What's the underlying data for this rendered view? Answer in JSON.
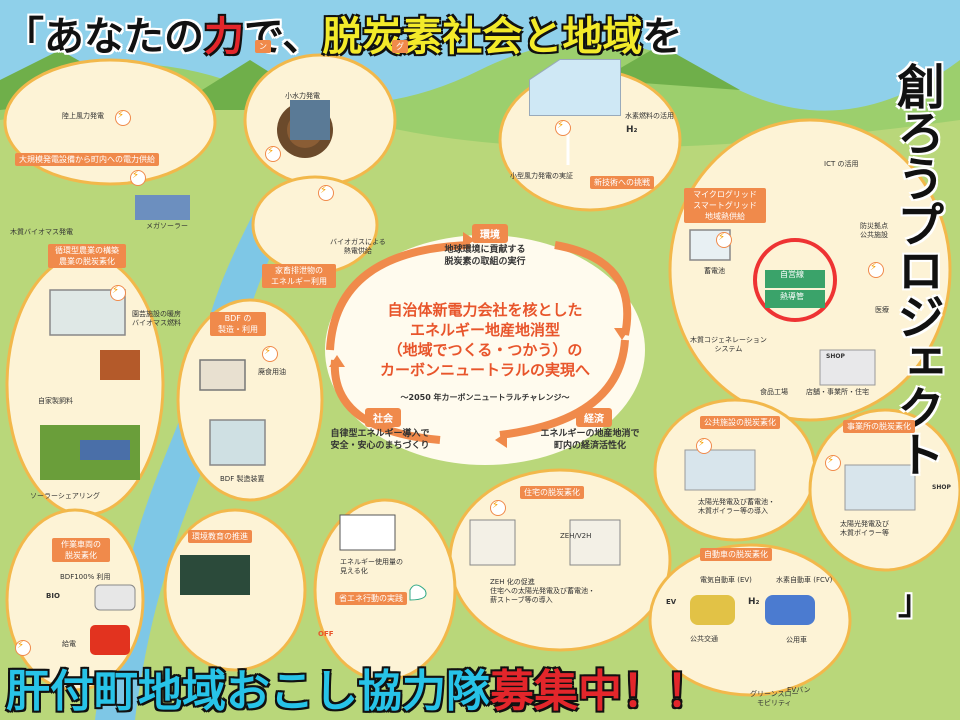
{
  "title": {
    "bracket_open": "「",
    "part1": "あなたの",
    "part2": "力",
    "part3": "で、",
    "part4": "脱炭素社会と地域",
    "part5": "を",
    "vertical": "創ろうプロジェクト",
    "bracket_close": "」"
  },
  "footer": {
    "part1": "肝付町地域おこし協力隊",
    "part2": "募集中！",
    "part3": "！"
  },
  "center": {
    "main_line1": "自治体新電力会社を核とした",
    "main_line2": "エネルギー地産地消型",
    "main_line3": "（地域でつくる・つかう）の",
    "main_line4": "カーボンニュートラルの実現へ",
    "sub": "～2050 年カーボンニュートラルチャレンジ～",
    "env_title": "環境",
    "env_line1": "地球環境に貢献する",
    "env_line2": "脱炭素の取組の実行",
    "soc_title": "社会",
    "soc_line1": "自律型エネルギー導入で",
    "soc_line2": "安全・安心のまちづくり",
    "eco_title": "経済",
    "eco_line1": "エネルギーの地産地消で",
    "eco_line2": "町内の経済活性化"
  },
  "labels": {
    "large_supply": "大規模発電設備から町内への電力供給",
    "circular_ag_1": "循環型農業の構築",
    "circular_ag_2": "農業の脱炭素化",
    "livestock_1": "家畜排泄物の",
    "livestock_2": "エネルギー利用",
    "bdf_1": "BDF の",
    "bdf_2": "製造・利用",
    "new_tech": "新技術への挑戦",
    "microgrid_1": "マイクログリッド",
    "microgrid_2": "スマートグリッド",
    "microgrid_3": "地域熱供給",
    "public_decarb": "公共施設の脱炭素化",
    "office_decarb": "事業所の脱炭素化",
    "home_decarb": "住宅の脱炭素化",
    "car_decarb": "自動車の脱炭素化",
    "env_edu": "環境教育の推進",
    "energy_save": "省エネ行動の実践",
    "work_vehicle_1": "作業車両の",
    "work_vehicle_2": "脱炭素化",
    "top_banner_1": "ン",
    "top_banner_2": "グ"
  },
  "small": {
    "wind": "陸上風力発電",
    "hydro": "小水力発電",
    "biomass_power": "木質バイオマス発電",
    "mega_solar": "メガソーラー",
    "biogas_1": "バイオガスによる",
    "biogas_2": "熱電供給",
    "greenhouse_1": "園芸施設の暖房",
    "greenhouse_2": "バイオマス燃料",
    "feed": "自家製飼料",
    "solar_sharing": "ソーラーシェアリング",
    "waste_oil": "廃食用油",
    "bdf_plant": "BDF 製造装置",
    "small_wind": "小型風力発電の実証",
    "hydrogen": "水素燃料の活用",
    "ict": "ICT の活用",
    "disaster_1": "防災拠点",
    "disaster_2": "公共施設",
    "battery": "蓄電池",
    "self_line": "自営線",
    "heat_pipe": "熱導管",
    "medical": "医療",
    "cogen_1": "木質コジェネレーション",
    "cogen_2": "システム",
    "food_factory": "食品工場",
    "stores": "店舗・事業所・住宅",
    "shop": "SHOP",
    "public_solar_1": "太陽光発電及び蓄電池・",
    "public_solar_2": "木質ボイラー等の導入",
    "office_solar_1": "太陽光発電及び",
    "office_solar_2": "木質ボイラー等",
    "zeh": "ZEH/V2H",
    "home_1": "ZEH 化の促進",
    "home_2": "住宅への太陽光発電及び蓄電池・",
    "home_3": "薪ストーブ等の導入",
    "ev": "電気自動車 (EV)",
    "fcv": "水素自動車 (FCV)",
    "public_transport": "公共交通",
    "official_car": "公用車",
    "mobility_1": "グリーンスロー",
    "mobility_2": "モビリティ",
    "ev_van": "EVバン",
    "energy_vis_1": "エネルギー使用量の",
    "energy_vis_2": "見える化",
    "bdf100": "BDF100% 利用",
    "fueling": "給電",
    "off": "OFF",
    "ev_tag": "EV",
    "h2_tag": "H₂",
    "bio_tag": "BIO"
  },
  "colors": {
    "sky": "#8fd0ea",
    "grass": "#b9d77a",
    "river": "#7ec7e6",
    "orange": "#f08a4b",
    "cream": "#fdf3d6",
    "road": "#f2b84b"
  }
}
